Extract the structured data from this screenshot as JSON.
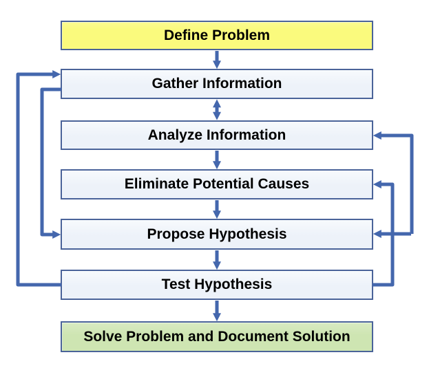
{
  "diagram": {
    "type": "flowchart",
    "boxes": [
      {
        "id": "define-problem",
        "label": "Define Problem",
        "fill": "yellow"
      },
      {
        "id": "gather-information",
        "label": "Gather Information",
        "fill": "light"
      },
      {
        "id": "analyze-information",
        "label": "Analyze Information",
        "fill": "light"
      },
      {
        "id": "eliminate-potential-causes",
        "label": "Eliminate Potential Causes",
        "fill": "light"
      },
      {
        "id": "propose-hypothesis",
        "label": "Propose Hypothesis",
        "fill": "light"
      },
      {
        "id": "test-hypothesis",
        "label": "Test Hypothesis",
        "fill": "light"
      },
      {
        "id": "solve-problem",
        "label": "Solve Problem and Document Solution",
        "fill": "green"
      }
    ],
    "connections": [
      {
        "from": "define-problem",
        "to": "gather-information",
        "style": "straight-down",
        "arrowheads": "single"
      },
      {
        "from": "gather-information",
        "to": "analyze-information",
        "style": "straight-down",
        "arrowheads": "double"
      },
      {
        "from": "analyze-information",
        "to": "eliminate-potential-causes",
        "style": "straight-down",
        "arrowheads": "single"
      },
      {
        "from": "eliminate-potential-causes",
        "to": "propose-hypothesis",
        "style": "straight-down",
        "arrowheads": "single"
      },
      {
        "from": "propose-hypothesis",
        "to": "test-hypothesis",
        "style": "straight-down",
        "arrowheads": "single"
      },
      {
        "from": "test-hypothesis",
        "to": "solve-problem",
        "style": "straight-down",
        "arrowheads": "single"
      },
      {
        "from": "test-hypothesis",
        "to": "gather-information",
        "style": "loop-left-outer",
        "arrowheads": "single"
      },
      {
        "from": "gather-information",
        "to": "propose-hypothesis",
        "style": "loop-left-inner",
        "arrowheads": "single"
      },
      {
        "from": "test-hypothesis",
        "to": "eliminate-potential-causes",
        "style": "loop-right-inner",
        "arrowheads": "single"
      },
      {
        "from": "test-hypothesis",
        "to": "analyze-information",
        "style": "loop-right-outer",
        "arrowheads": "single"
      },
      {
        "from": "test-hypothesis",
        "to": "propose-hypothesis",
        "style": "loop-right-outer",
        "arrowheads": "single"
      }
    ]
  },
  "colors": {
    "yellow-fill": "#fafa7d",
    "light-fill": "#edf2f9",
    "green-fill": "#cee5b2",
    "border-color": "#4a6399",
    "arrow-color": "#4467ad",
    "text-color": "#000000",
    "background": "#ffffff"
  }
}
